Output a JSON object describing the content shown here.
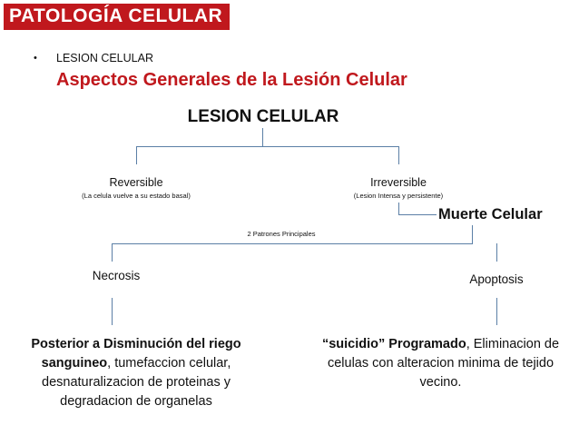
{
  "header": {
    "title": "PATOLOGÍA CELULAR"
  },
  "section": {
    "bullet": "•",
    "label": "LESION CELULAR",
    "subtitle": "Aspectos Generales de la Lesión Celular"
  },
  "diagram": {
    "root": "LESION CELULAR",
    "reversible": {
      "label": "Reversible",
      "note": "(La celula vuelve a su estado basal)"
    },
    "irreversible": {
      "label": "Irreversible",
      "note": "(Lesion Intensa y persistente)"
    },
    "muerte": "Muerte Celular",
    "patrones": "2  Patrones  Principales",
    "necrosis": {
      "label": "Necrosis",
      "description": "Posterior a Disminución del riego sanguineo, tumefaccion celular, desnaturalizacion de proteinas y degradacion de organelas"
    },
    "apoptosis": {
      "label": "Apoptosis",
      "description_bold": "“suicidio” Programado",
      "description_rest": ", Eliminacion de celulas con alteracion minima de tejido vecino."
    }
  },
  "colors": {
    "title_bg": "#c0181d",
    "subtitle": "#c0181d",
    "connector": "#5b7fa6"
  }
}
